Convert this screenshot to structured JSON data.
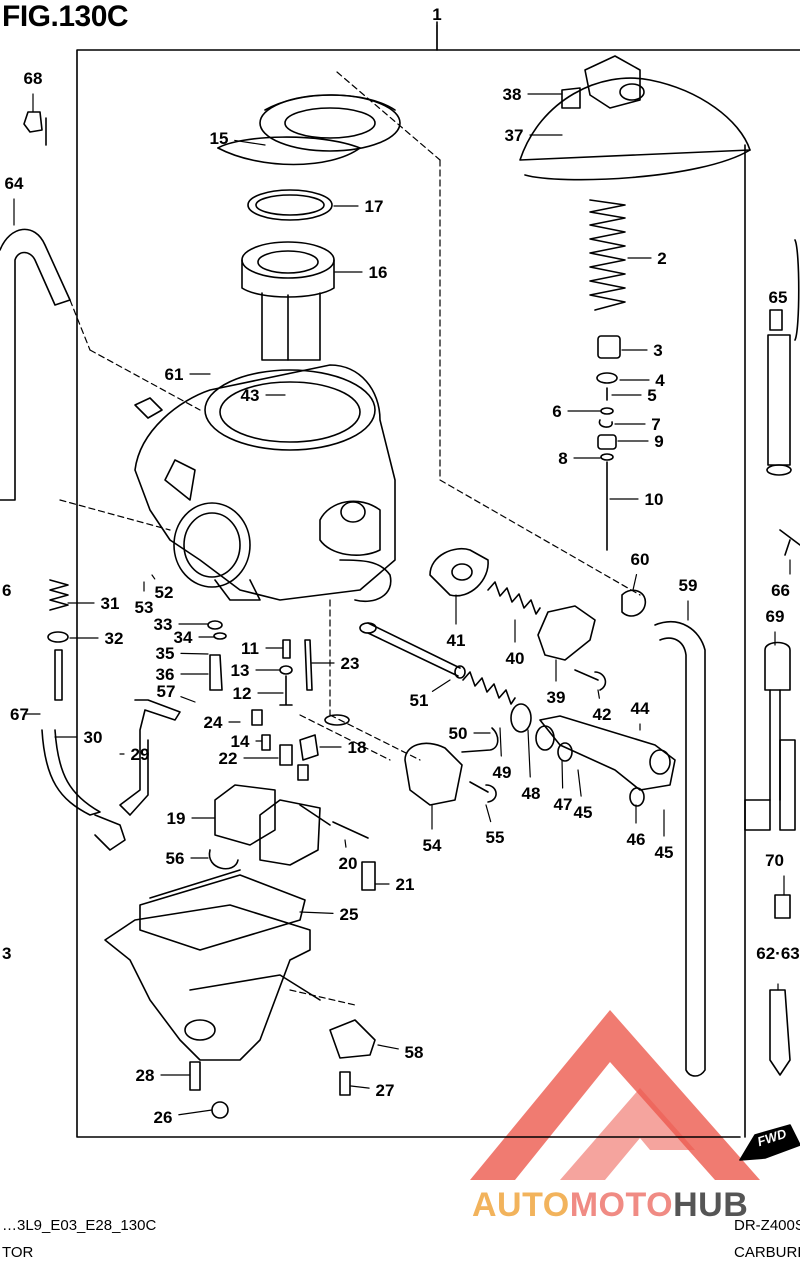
{
  "figure": {
    "title": "FIG.130C",
    "code": "…3L9_E03_E28_130C",
    "model": "DR-Z400S",
    "name_left": "TOR",
    "name_right": "CARBURET"
  },
  "watermark": {
    "part1": "AUTO",
    "part2": "MOTO",
    "part3": "HUB"
  },
  "fwd_label": "FWD",
  "colors": {
    "line": "#000000",
    "watermark_red": "#ec5a4e",
    "watermark_orange": "#f2b35c",
    "watermark_grey": "#555555"
  },
  "callouts": [
    {
      "num": "1"
    },
    {
      "num": "2"
    },
    {
      "num": "3"
    },
    {
      "num": "4"
    },
    {
      "num": "5"
    },
    {
      "num": "6"
    },
    {
      "num": "7"
    },
    {
      "num": "8"
    },
    {
      "num": "9"
    },
    {
      "num": "10"
    },
    {
      "num": "11"
    },
    {
      "num": "12"
    },
    {
      "num": "13"
    },
    {
      "num": "14"
    },
    {
      "num": "15"
    },
    {
      "num": "16"
    },
    {
      "num": "17"
    },
    {
      "num": "18"
    },
    {
      "num": "19"
    },
    {
      "num": "20"
    },
    {
      "num": "21"
    },
    {
      "num": "22"
    },
    {
      "num": "23"
    },
    {
      "num": "24"
    },
    {
      "num": "25"
    },
    {
      "num": "26"
    },
    {
      "num": "27"
    },
    {
      "num": "28"
    },
    {
      "num": "29"
    },
    {
      "num": "30"
    },
    {
      "num": "31"
    },
    {
      "num": "32"
    },
    {
      "num": "33"
    },
    {
      "num": "34"
    },
    {
      "num": "35"
    },
    {
      "num": "36"
    },
    {
      "num": "37"
    },
    {
      "num": "38"
    },
    {
      "num": "39"
    },
    {
      "num": "40"
    },
    {
      "num": "41"
    },
    {
      "num": "42"
    },
    {
      "num": "43"
    },
    {
      "num": "44"
    },
    {
      "num": "45"
    },
    {
      "num": "45"
    },
    {
      "num": "46"
    },
    {
      "num": "47"
    },
    {
      "num": "48"
    },
    {
      "num": "49"
    },
    {
      "num": "50"
    },
    {
      "num": "51"
    },
    {
      "num": "52"
    },
    {
      "num": "53"
    },
    {
      "num": "54"
    },
    {
      "num": "55"
    },
    {
      "num": "56"
    },
    {
      "num": "57"
    },
    {
      "num": "58"
    },
    {
      "num": "59"
    },
    {
      "num": "60"
    },
    {
      "num": "61"
    },
    {
      "num": "62·63"
    },
    {
      "num": "64"
    },
    {
      "num": "65"
    },
    {
      "num": "66"
    },
    {
      "num": "67"
    },
    {
      "num": "68"
    },
    {
      "num": "69"
    },
    {
      "num": "70"
    },
    {
      "num": "6"
    },
    {
      "num": "3"
    }
  ]
}
